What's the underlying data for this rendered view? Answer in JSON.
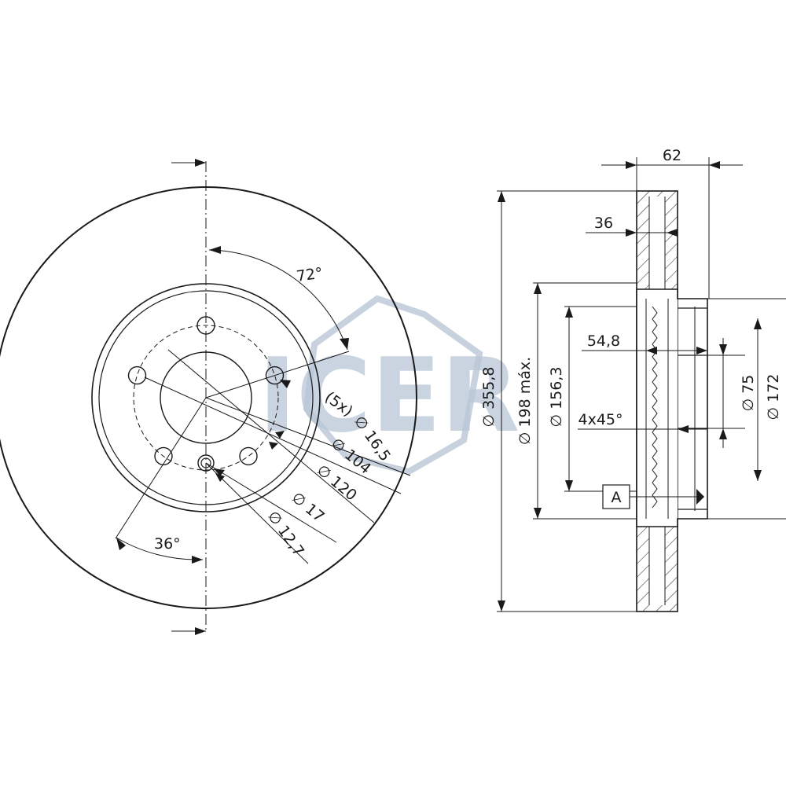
{
  "watermark": {
    "text": "ICER",
    "color": "#b9c6d6"
  },
  "front_view": {
    "angle_72": "72°",
    "angle_36": "36°",
    "holes_label": "(5x)",
    "bolt_hole_dia": "∅ 16,5",
    "center_bore_dia": "∅ 104",
    "pcd": "∅ 120",
    "dia_17": "∅ 17",
    "dia_12_7": "∅ 12,7"
  },
  "side_view": {
    "thickness": "62",
    "disc_width": "36",
    "outer_dia": "∅ 355,8",
    "friction_dia": "∅ 198 máx.",
    "hub_dia": "∅ 156,3",
    "hat_depth": "54,8",
    "chamfer": "4x45°",
    "bore_75": "∅ 75",
    "hub_172": "∅ 172",
    "datum": "A"
  },
  "colors": {
    "line": "#1a1a1a",
    "watermark": "#b9c6d6"
  }
}
